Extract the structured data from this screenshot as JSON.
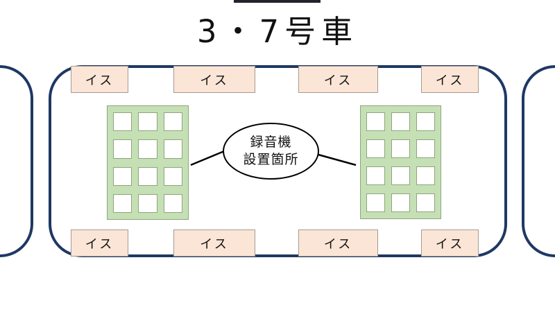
{
  "title": "3・7号車",
  "colors": {
    "top_bar": "#23232f",
    "car_border": "#1f3864",
    "seat_fill": "#fbe5d6",
    "seat_border": "#a39b94",
    "rack_fill": "#c5e0b4",
    "rack_border": "#8fa47c",
    "callout_border": "#000000"
  },
  "seats": {
    "top": [
      "イス",
      "イス",
      "イス",
      "イス"
    ],
    "bottom": [
      "イス",
      "イス",
      "イス",
      "イス"
    ]
  },
  "racks": {
    "rows": 4,
    "cols": 3
  },
  "callout": {
    "line1": "録音機",
    "line2": "設置箇所"
  }
}
